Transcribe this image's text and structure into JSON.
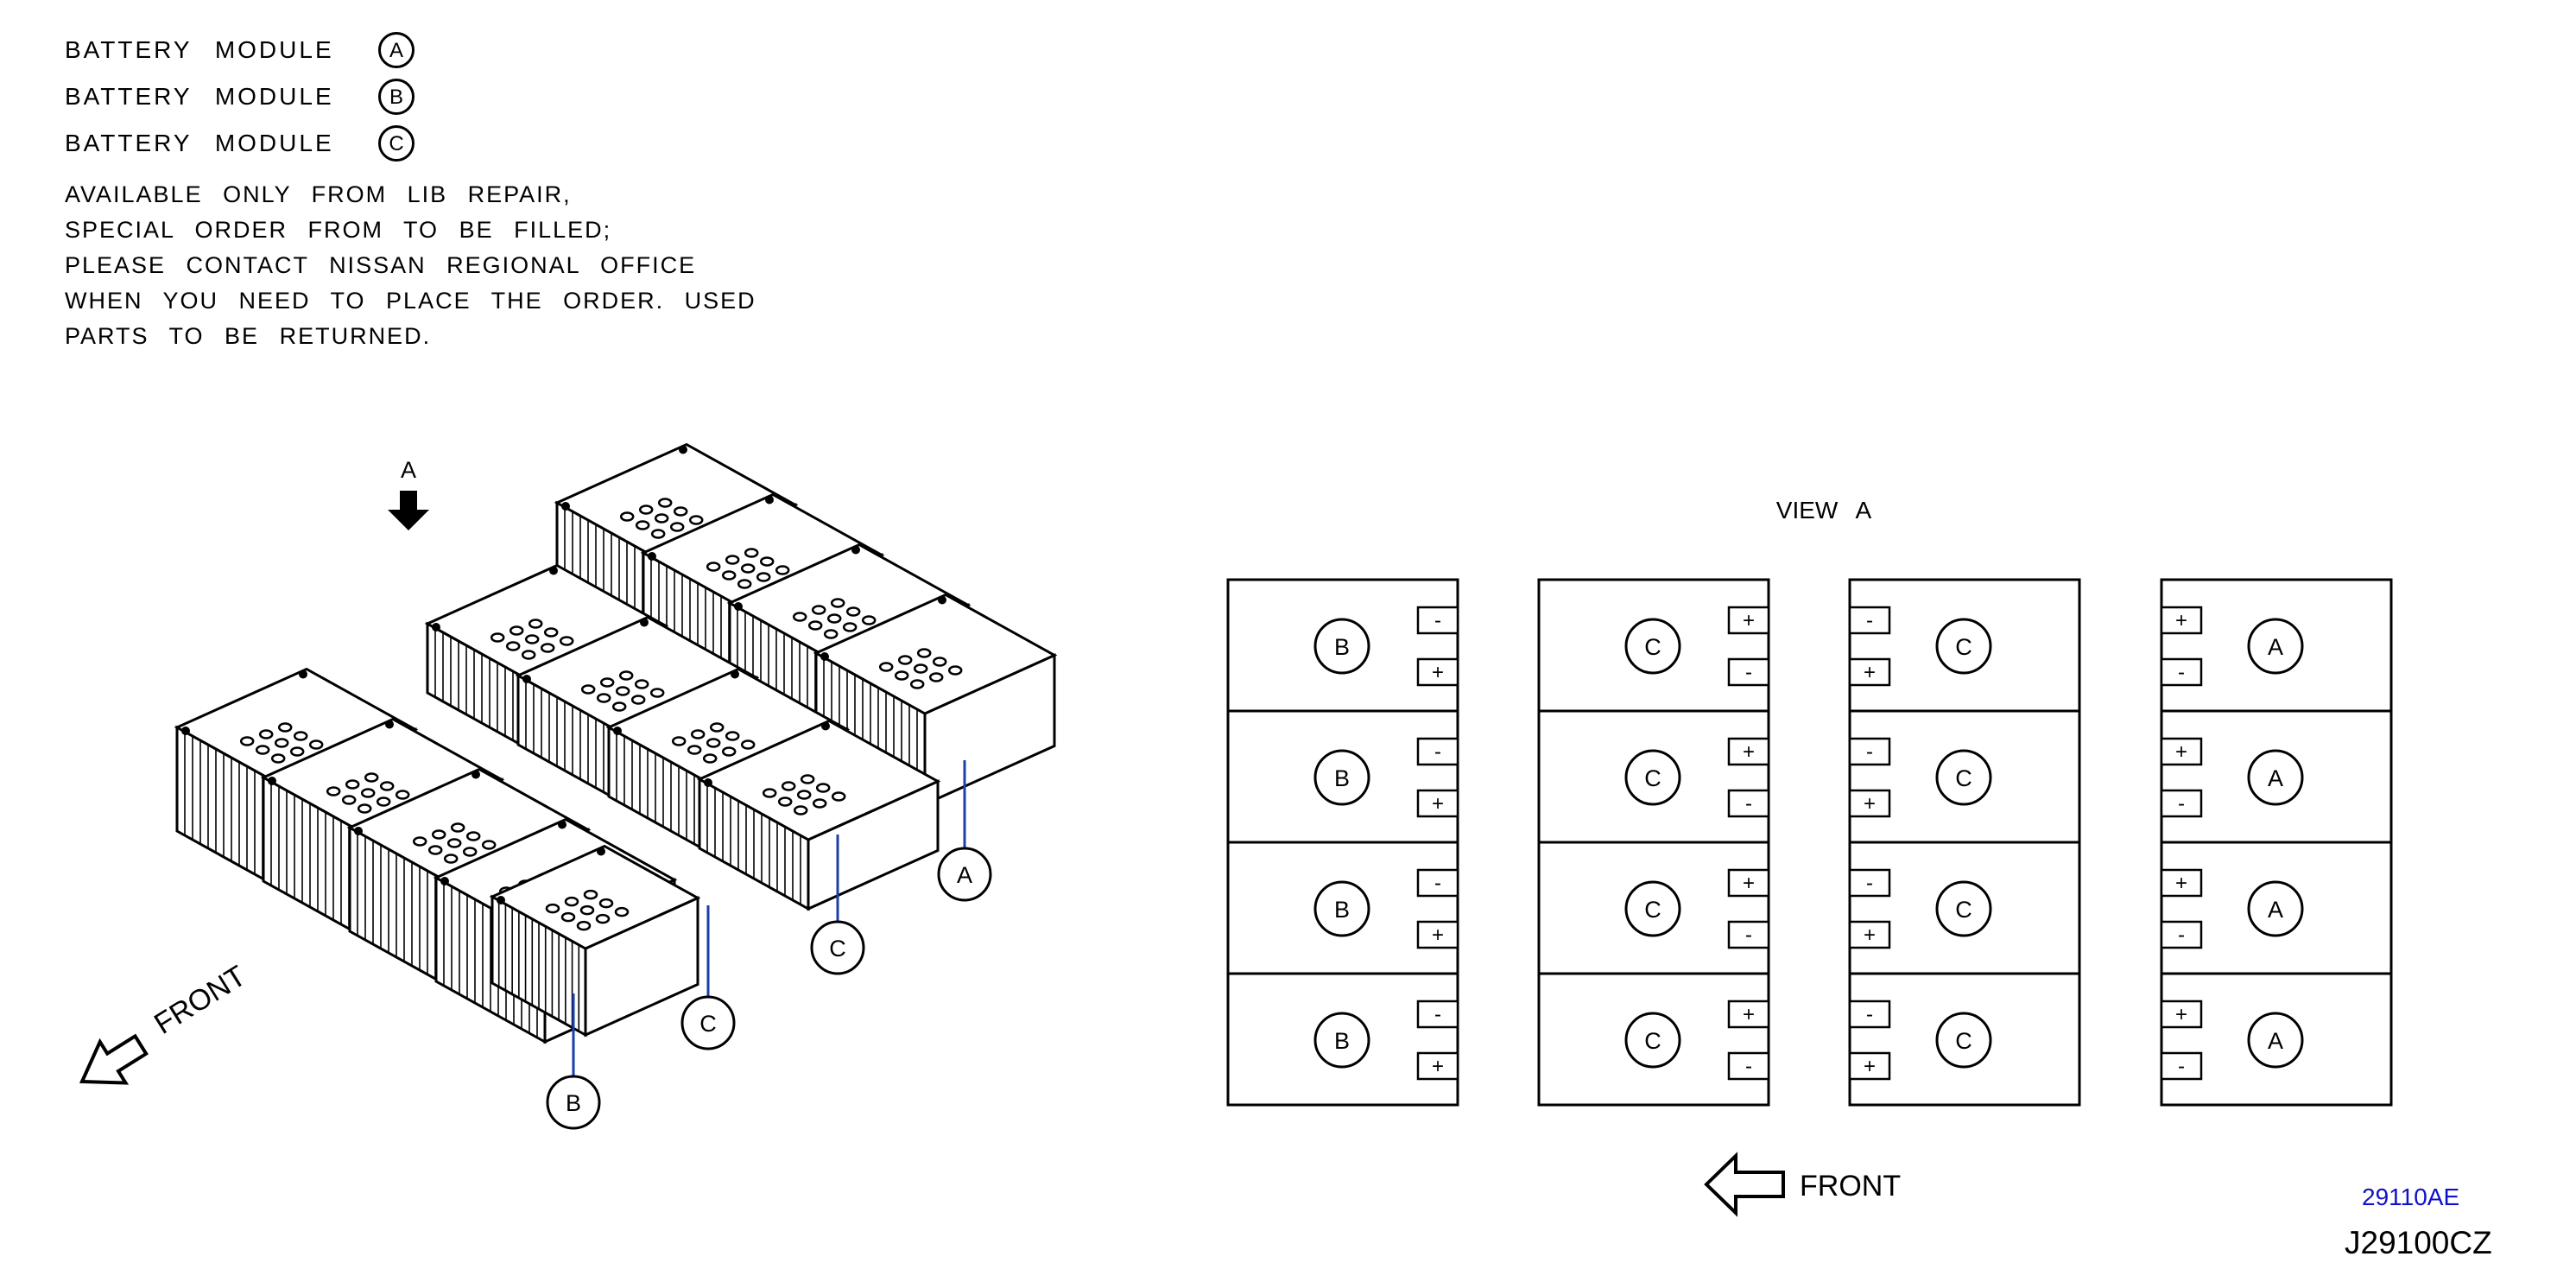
{
  "legend": [
    {
      "label": "BATTERY MODULE",
      "letter": "A"
    },
    {
      "label": "BATTERY MODULE",
      "letter": "B"
    },
    {
      "label": "BATTERY MODULE",
      "letter": "C"
    }
  ],
  "note": [
    "AVAILABLE ONLY FROM LIB REPAIR,",
    "SPECIAL ORDER FROM TO BE FILLED;",
    "PLEASE CONTACT NISSAN REGIONAL OFFICE",
    "WHEN YOU NEED TO PLACE THE ORDER. USED",
    "PARTS TO BE RETURNED."
  ],
  "isometric": {
    "view_marker": "A",
    "front_label": "FRONT",
    "callouts": [
      "B",
      "C",
      "C",
      "A"
    ]
  },
  "view_a": {
    "title": "VIEW A",
    "front_label": "FRONT",
    "columns": [
      {
        "letter": "B",
        "terminal_side": "right",
        "terminals": [
          [
            "-",
            "+"
          ],
          [
            "-",
            "+"
          ],
          [
            "-",
            "+"
          ],
          [
            "-",
            "+"
          ]
        ]
      },
      {
        "letter": "C",
        "terminal_side": "right",
        "terminals": [
          [
            "+",
            "-"
          ],
          [
            "+",
            "-"
          ],
          [
            "+",
            "-"
          ],
          [
            "+",
            "-"
          ]
        ]
      },
      {
        "letter": "C",
        "terminal_side": "left",
        "terminals": [
          [
            "-",
            "+"
          ],
          [
            "-",
            "+"
          ],
          [
            "-",
            "+"
          ],
          [
            "-",
            "+"
          ]
        ]
      },
      {
        "letter": "A",
        "terminal_side": "left",
        "terminals": [
          [
            "+",
            "-"
          ],
          [
            "+",
            "-"
          ],
          [
            "+",
            "-"
          ],
          [
            "+",
            "-"
          ]
        ]
      }
    ]
  },
  "refs": {
    "part_number": "29110AE",
    "figure_id": "J29100CZ"
  }
}
